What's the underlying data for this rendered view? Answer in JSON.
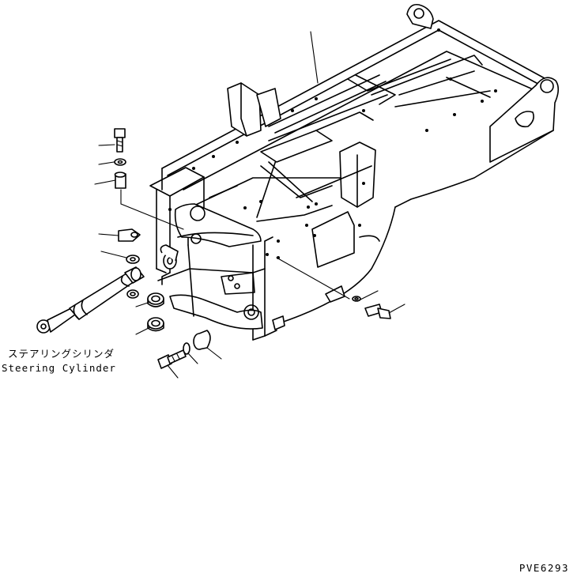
{
  "callout": {
    "japanese": "ステアリングシリンダ",
    "english": "Steering Cylinder"
  },
  "drawing_code": "PVE6293"
}
